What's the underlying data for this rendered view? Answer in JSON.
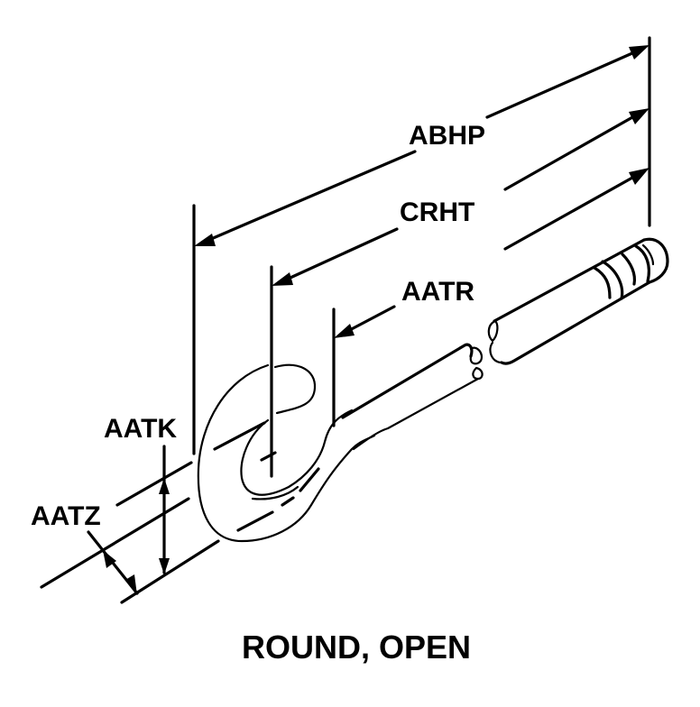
{
  "diagram": {
    "title": "Eye bolt dimension diagram",
    "caption": "ROUND, OPEN",
    "labels": {
      "abhp": "ABHP",
      "crht": "CRHT",
      "aatr": "AATR",
      "aatk": "AATK",
      "aatz": "AATZ"
    },
    "colors": {
      "ink": "#000000",
      "background": "#ffffff"
    }
  }
}
